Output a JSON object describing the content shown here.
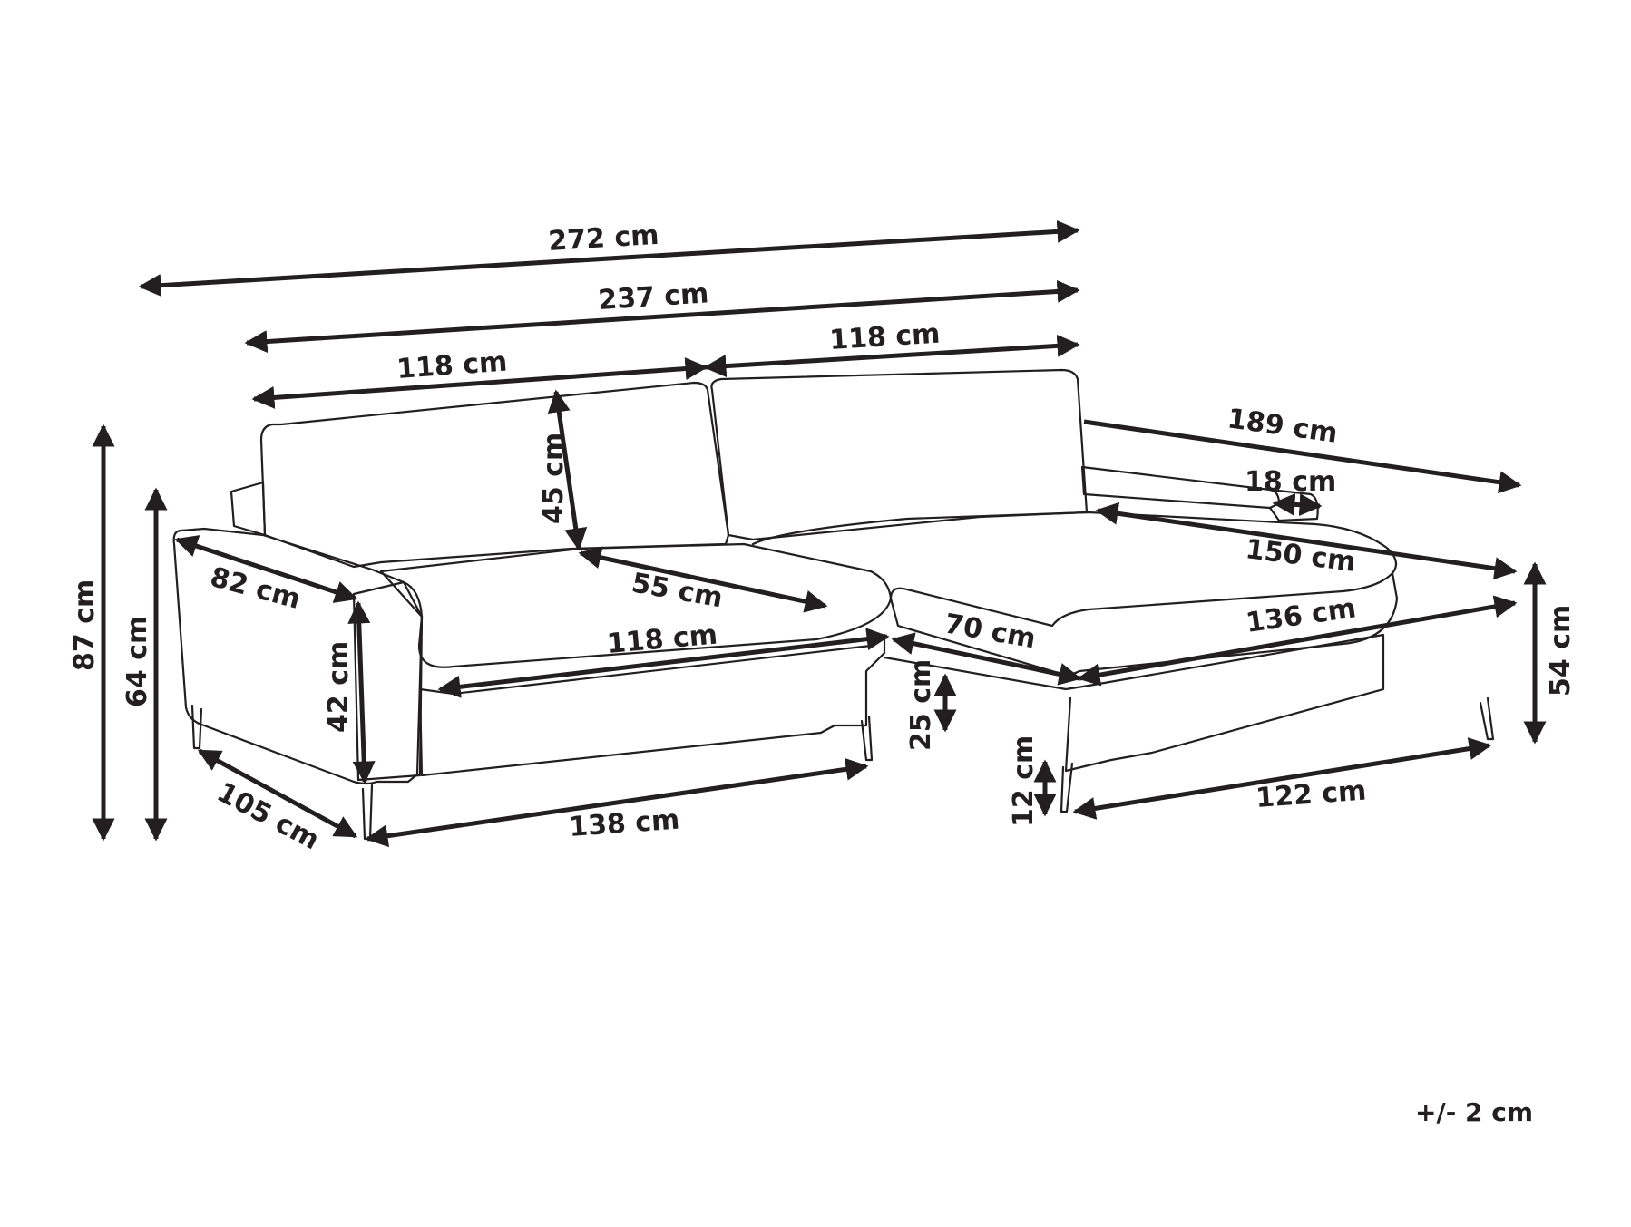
{
  "diagram": {
    "labels": {
      "total_width": "272 cm",
      "back_width": "237 cm",
      "left_seat_back": "118 cm",
      "right_seat_back": "118 cm",
      "chaise_length": "189 cm",
      "chaise_arm": "18 cm",
      "backrest_height": "45 cm",
      "total_height": "87 cm",
      "arm_height": "64 cm",
      "arm_depth": "82 cm",
      "seat_depth": "55 cm",
      "chaise_seat_length": "150 cm",
      "seat_height": "42 cm",
      "seat_width": "118 cm",
      "chaise_width": "70 cm",
      "chaise_inner_length": "136 cm",
      "chaise_height": "54 cm",
      "chaise_base": "25 cm",
      "total_depth": "105 cm",
      "base_length": "138 cm",
      "leg_height": "12 cm",
      "chaise_base_length": "122 cm"
    },
    "tolerance": "+/- 2 cm"
  }
}
